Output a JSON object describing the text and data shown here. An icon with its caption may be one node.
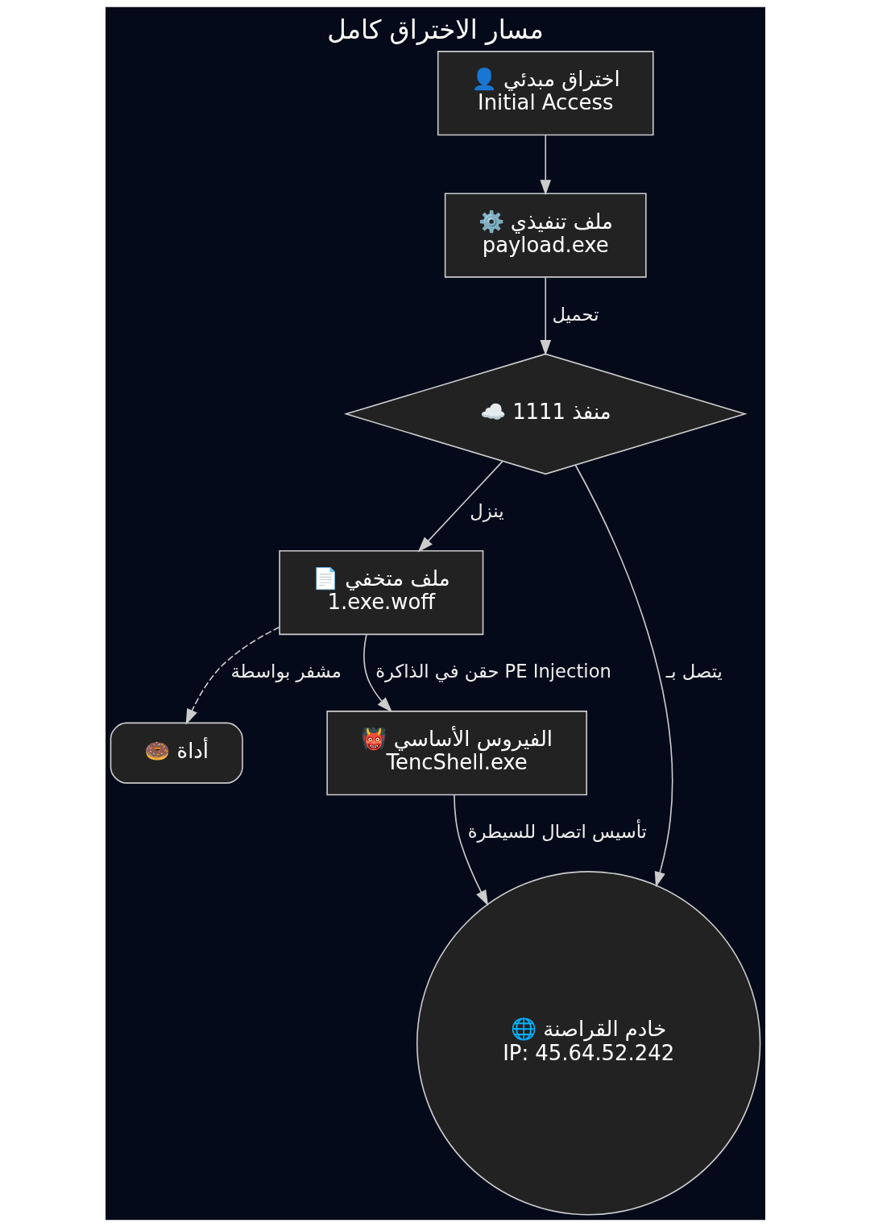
{
  "diagram": {
    "title": "مسار الاختراق كامل",
    "nodes": [
      {
        "text": [
          "👤 اختراق مبدئي",
          "Initial Access"
        ]
      },
      {
        "text": [
          "⚙️ ملف تنفيذي",
          "payload.exe"
        ]
      },
      {
        "text": [
          "☁️ منفذ 1111"
        ]
      },
      {
        "text": [
          "📄 ملف متخفي",
          "1.exe.woff"
        ]
      },
      {
        "text": [
          "🍩 أداة"
        ]
      },
      {
        "text": [
          "👹 الفيروس الأساسي",
          "TencShell.exe"
        ]
      },
      {
        "text": [
          "🌐 خادم القراصنة",
          "IP: 45.64.52.242"
        ]
      }
    ],
    "edges": [
      {
        "from": 0,
        "to": 1,
        "arrow": "to"
      },
      {
        "from": 1,
        "to": 2,
        "arrow": "to",
        "label": "تحميل"
      },
      {
        "from": 2,
        "to": 3,
        "arrow": "to",
        "label": "ينزل"
      },
      {
        "from": 2,
        "to": 6,
        "arrow": "to",
        "label": "يتصل بـ"
      },
      {
        "from": 3,
        "to": 4,
        "arrow": "to",
        "label": "مشفر بواسطة",
        "style": "dashed"
      },
      {
        "from": 3,
        "to": 5,
        "arrow": "to",
        "label": "حقن في الذاكرة PE Injection"
      },
      {
        "from": 5,
        "to": 6,
        "arrow": "to",
        "label": "تأسيس اتصال للسيطرة"
      }
    ]
  }
}
